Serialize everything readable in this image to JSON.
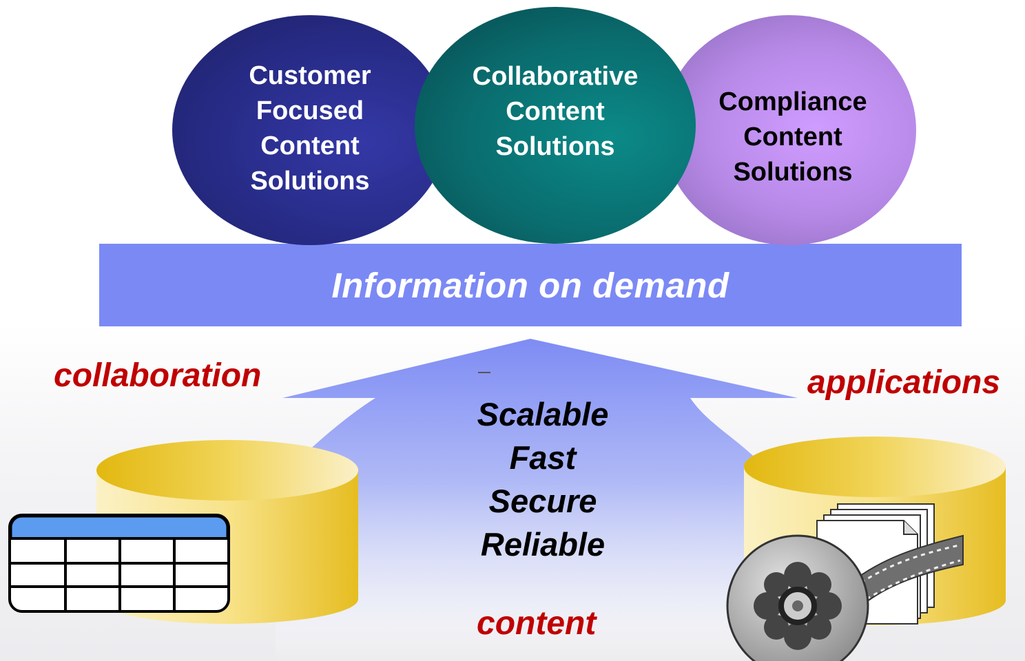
{
  "circles": [
    {
      "text": "Customer\nFocused\nContent\nSolutions",
      "color": "#272b86",
      "text_color": "#ffffff"
    },
    {
      "text": "Collaborative\nContent\nSolutions",
      "color": "#0a6b6d",
      "text_color": "#ffffff"
    },
    {
      "text": "Compliance\nContent\nSolutions",
      "color": "#b88ae8",
      "text_color": "#000000"
    }
  ],
  "banner": {
    "text": "Information on demand",
    "color": "#7b89f5"
  },
  "labels": {
    "collaboration": "collaboration",
    "applications": "applications",
    "content": "content",
    "color": "#c00000"
  },
  "qualities": [
    "Scalable",
    "Fast",
    "Secure",
    "Reliable"
  ],
  "icons": {
    "left_store": "database-cylinder-icon",
    "table": "table-grid-icon",
    "right_store": "database-cylinder-icon",
    "documents": "document-stack-icon",
    "film": "film-reel-icon"
  },
  "colors": {
    "cylinder": "#f0cf3c",
    "table_header": "#5b9cf0"
  }
}
